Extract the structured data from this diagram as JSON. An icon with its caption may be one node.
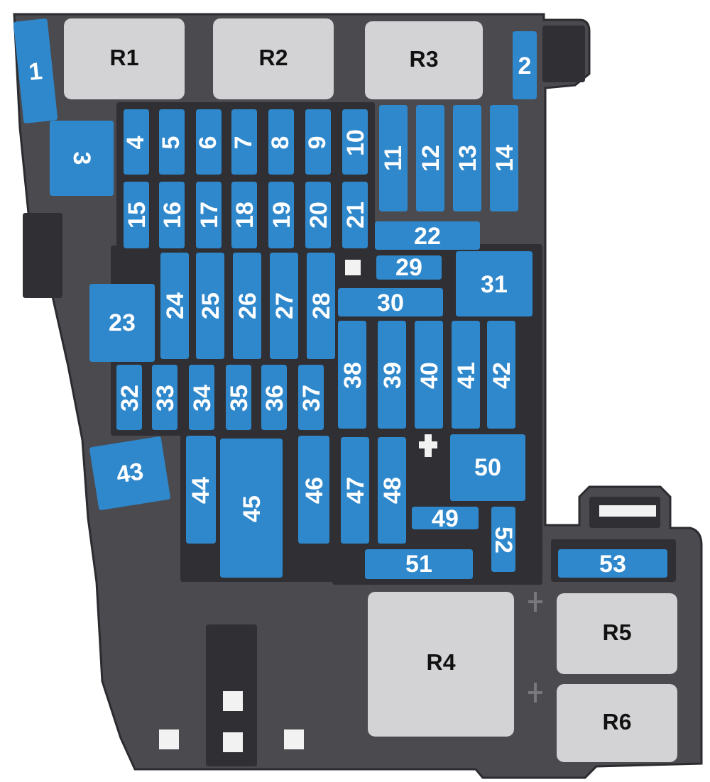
{
  "diagram": {
    "nodes": [
      {
        "text": [
          "1"
        ]
      },
      {
        "text": [
          "2"
        ]
      },
      {
        "text": [
          "3"
        ]
      },
      {
        "text": [
          "4"
        ]
      },
      {
        "text": [
          "5"
        ]
      },
      {
        "text": [
          "6"
        ]
      },
      {
        "text": [
          "7"
        ]
      },
      {
        "text": [
          "8"
        ]
      },
      {
        "text": [
          "9"
        ]
      },
      {
        "text": [
          "10"
        ]
      },
      {
        "text": [
          "11"
        ]
      },
      {
        "text": [
          "12"
        ]
      },
      {
        "text": [
          "13"
        ]
      },
      {
        "text": [
          "14"
        ]
      },
      {
        "text": [
          "15"
        ]
      },
      {
        "text": [
          "16"
        ]
      },
      {
        "text": [
          "17"
        ]
      },
      {
        "text": [
          "18"
        ]
      },
      {
        "text": [
          "19"
        ]
      },
      {
        "text": [
          "20"
        ]
      },
      {
        "text": [
          "21"
        ]
      },
      {
        "text": [
          "22"
        ]
      },
      {
        "text": [
          "23"
        ]
      },
      {
        "text": [
          "24"
        ]
      },
      {
        "text": [
          "25"
        ]
      },
      {
        "text": [
          "26"
        ]
      },
      {
        "text": [
          "27"
        ]
      },
      {
        "text": [
          "28"
        ]
      },
      {
        "text": [
          "29"
        ]
      },
      {
        "text": [
          "30"
        ]
      },
      {
        "text": [
          "31"
        ]
      },
      {
        "text": [
          "32"
        ]
      },
      {
        "text": [
          "33"
        ]
      },
      {
        "text": [
          "34"
        ]
      },
      {
        "text": [
          "35"
        ]
      },
      {
        "text": [
          "36"
        ]
      },
      {
        "text": [
          "37"
        ]
      },
      {
        "text": [
          "38"
        ]
      },
      {
        "text": [
          "39"
        ]
      },
      {
        "text": [
          "40"
        ]
      },
      {
        "text": [
          "41"
        ]
      },
      {
        "text": [
          "42"
        ]
      },
      {
        "text": [
          "43"
        ]
      },
      {
        "text": [
          "44"
        ]
      },
      {
        "text": [
          "45"
        ]
      },
      {
        "text": [
          "46"
        ]
      },
      {
        "text": [
          "47"
        ]
      },
      {
        "text": [
          "48"
        ]
      },
      {
        "text": [
          "49"
        ]
      },
      {
        "text": [
          "50"
        ]
      },
      {
        "text": [
          "51"
        ]
      },
      {
        "text": [
          "52"
        ]
      },
      {
        "text": [
          "53"
        ]
      },
      {
        "text": [
          "R1"
        ]
      },
      {
        "text": [
          "R2"
        ]
      },
      {
        "text": [
          "R3"
        ]
      },
      {
        "text": [
          "R4"
        ]
      },
      {
        "text": [
          "R5"
        ]
      },
      {
        "text": [
          "R6"
        ]
      }
    ]
  }
}
